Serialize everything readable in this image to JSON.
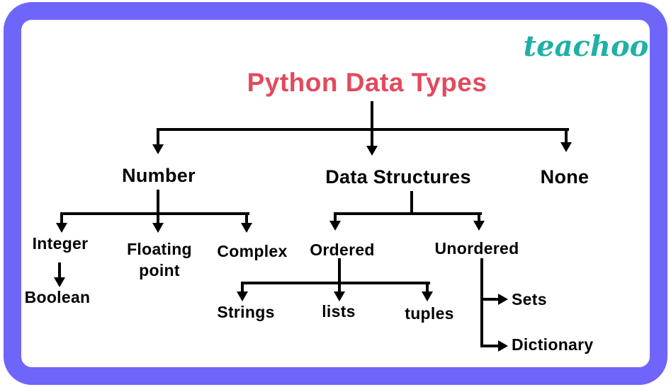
{
  "brand": {
    "logo": "teachoo",
    "color": "#1FB0A6"
  },
  "title": {
    "text": "Python Data Types",
    "color": "#E24A5C"
  },
  "frame": {
    "border_color": "#6F65FA"
  },
  "nodes": {
    "number": "Number",
    "data_structures": "Data Structures",
    "none": "None",
    "integer": "Integer",
    "floating_point": "Floating point",
    "complex": "Complex",
    "boolean": "Boolean",
    "ordered": "Ordered",
    "unordered": "Unordered",
    "strings": "Strings",
    "lists": "lists",
    "tuples": "tuples",
    "sets": "Sets",
    "dictionary": "Dictionary"
  },
  "edges": [
    [
      "Python Data Types",
      "Number"
    ],
    [
      "Python Data Types",
      "Data Structures"
    ],
    [
      "Python Data Types",
      "None"
    ],
    [
      "Number",
      "Integer"
    ],
    [
      "Number",
      "Floating point"
    ],
    [
      "Number",
      "Complex"
    ],
    [
      "Integer",
      "Boolean"
    ],
    [
      "Data Structures",
      "Ordered"
    ],
    [
      "Data Structures",
      "Unordered"
    ],
    [
      "Ordered",
      "Strings"
    ],
    [
      "Ordered",
      "lists"
    ],
    [
      "Ordered",
      "tuples"
    ],
    [
      "Unordered",
      "Sets"
    ],
    [
      "Unordered",
      "Dictionary"
    ]
  ]
}
